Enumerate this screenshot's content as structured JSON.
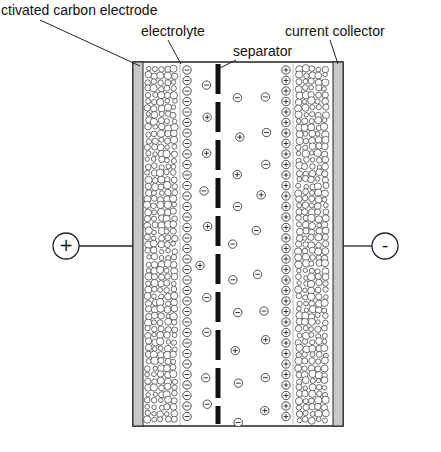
{
  "diagram": {
    "labels": [
      "ctivated carbon electrode",
      "electrolyte",
      "separator",
      "current collector",
      "+",
      "-"
    ]
  }
}
